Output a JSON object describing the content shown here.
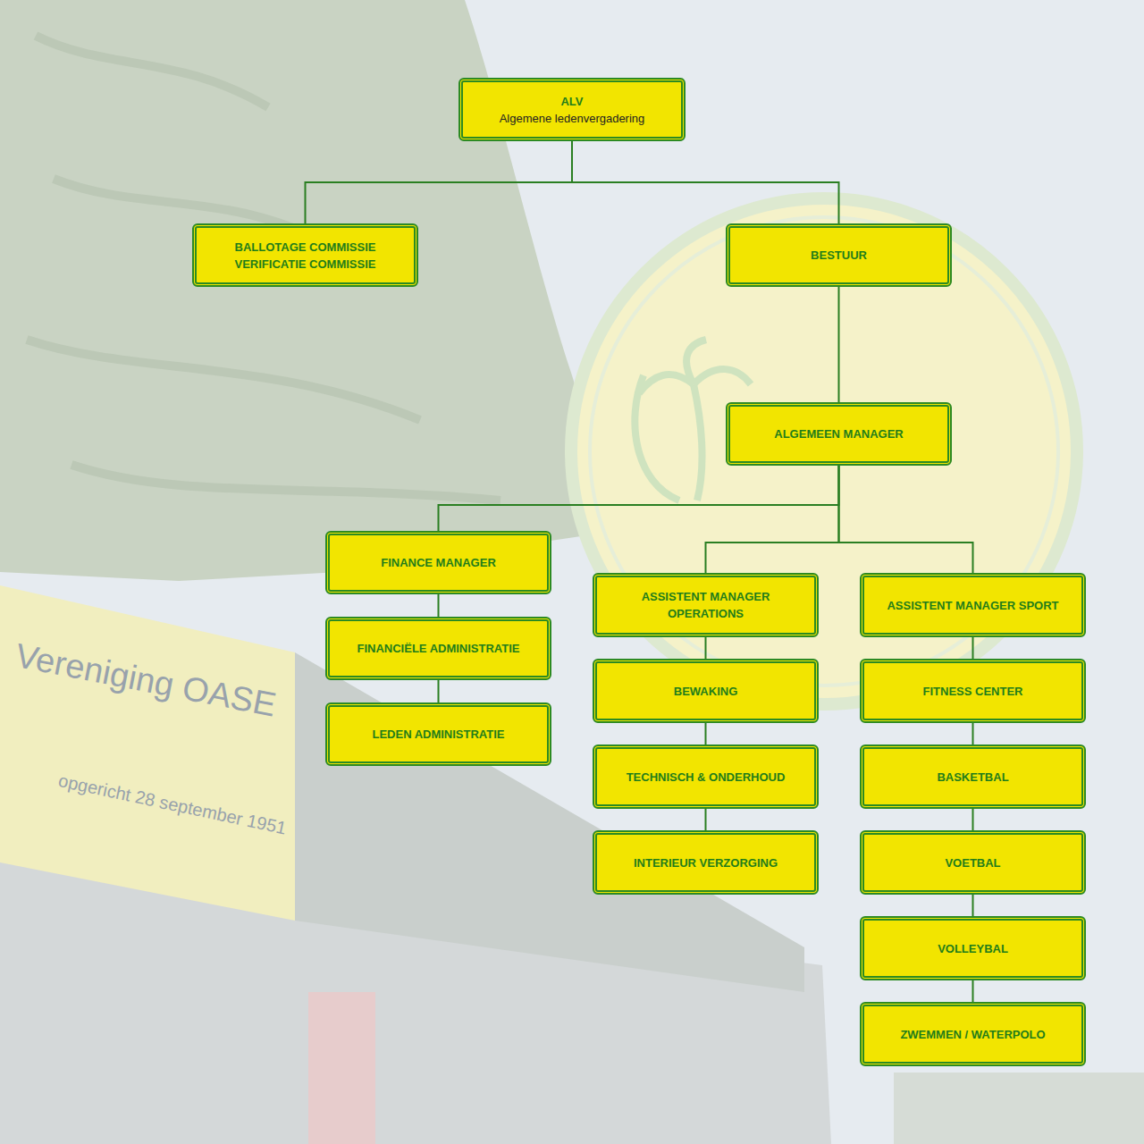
{
  "diagram": {
    "nodes": [
      {
        "text": [
          "ALV",
          "Algemene ledenvergadering"
        ]
      },
      {
        "text": [
          "BALLOTAGE COMMISSIE",
          "VERIFICATIE COMMISSIE"
        ]
      },
      {
        "text": [
          "BESTUUR"
        ]
      },
      {
        "text": [
          "ALGEMEEN MANAGER"
        ]
      },
      {
        "text": [
          "FINANCE MANAGER"
        ]
      },
      {
        "text": [
          "ASSISTENT MANAGER OPERATIONS"
        ]
      },
      {
        "text": [
          "ASSISTENT MANAGER SPORT"
        ]
      },
      {
        "text": [
          "FINANCIËLE ADMINISTRATIE"
        ]
      },
      {
        "text": [
          "LEDEN ADMINISTRATIE"
        ]
      },
      {
        "text": [
          "BEWAKING"
        ]
      },
      {
        "text": [
          "TECHNISCH & ONDERHOUD"
        ]
      },
      {
        "text": [
          "INTERIEUR VERZORGING"
        ]
      },
      {
        "text": [
          "FITNESS CENTER"
        ]
      },
      {
        "text": [
          "BASKETBAL"
        ]
      },
      {
        "text": [
          "VOETBAL"
        ]
      },
      {
        "text": [
          "VOLLEYBAL"
        ]
      },
      {
        "text": [
          "ZWEMMEN / WATERPOLO"
        ]
      }
    ],
    "edges": [
      {
        "from": 0,
        "to": 1,
        "arrow": "none"
      },
      {
        "from": 0,
        "to": 2,
        "arrow": "none"
      },
      {
        "from": 2,
        "to": 3,
        "arrow": "none"
      },
      {
        "from": 3,
        "to": 4,
        "arrow": "none"
      },
      {
        "from": 3,
        "to": 5,
        "arrow": "none"
      },
      {
        "from": 3,
        "to": 6,
        "arrow": "none"
      },
      {
        "from": 4,
        "to": 7,
        "arrow": "none"
      },
      {
        "from": 7,
        "to": 8,
        "arrow": "none"
      },
      {
        "from": 5,
        "to": 9,
        "arrow": "none"
      },
      {
        "from": 9,
        "to": 10,
        "arrow": "none"
      },
      {
        "from": 10,
        "to": 11,
        "arrow": "none"
      },
      {
        "from": 6,
        "to": 12,
        "arrow": "none"
      },
      {
        "from": 12,
        "to": 13,
        "arrow": "none"
      },
      {
        "from": 13,
        "to": 14,
        "arrow": "none"
      },
      {
        "from": 14,
        "to": 15,
        "arrow": "none"
      },
      {
        "from": 15,
        "to": 16,
        "arrow": "none"
      }
    ],
    "labels": [
      "Vereniging OASE",
      "opgericht 28 september 1951"
    ]
  }
}
